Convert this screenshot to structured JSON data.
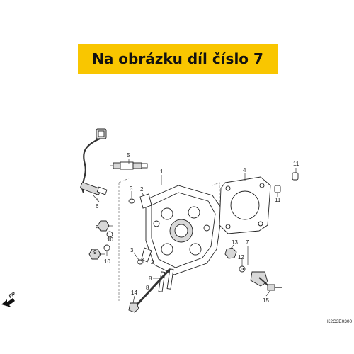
{
  "banner": {
    "text": "Na obrázku díl číslo 7",
    "background": "#f9c600"
  },
  "direction_marker": {
    "text": "FR."
  },
  "diagram_code": "K2C3E0300",
  "callouts": [
    "1",
    "2",
    "2",
    "3",
    "3",
    "4",
    "5",
    "6",
    "7",
    "8",
    "8",
    "9",
    "9",
    "10",
    "10",
    "11",
    "11",
    "12",
    "13",
    "14",
    "15"
  ]
}
